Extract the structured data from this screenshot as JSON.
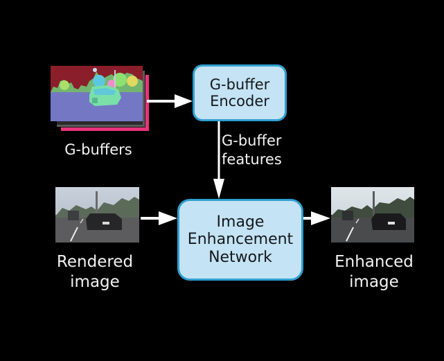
{
  "diagram": {
    "nodes": {
      "encoder": {
        "lines": [
          "G-buffer",
          "Encoder"
        ]
      },
      "enhancement_network": {
        "lines": [
          "Image",
          "Enhancement",
          "Network"
        ]
      }
    },
    "inputs": {
      "gbuffers": {
        "label": "G-buffers"
      },
      "rendered_image": {
        "lines": [
          "Rendered",
          "image"
        ]
      }
    },
    "outputs": {
      "enhanced_image": {
        "lines": [
          "Enhanced",
          "image"
        ]
      }
    },
    "edges": [
      {
        "from": "G-buffers",
        "to": "G-buffer Encoder",
        "label": ""
      },
      {
        "from": "G-buffer Encoder",
        "to": "Image Enhancement Network",
        "label": "G-buffer features"
      },
      {
        "from": "Rendered image",
        "to": "Image Enhancement Network",
        "label": ""
      },
      {
        "from": "Image Enhancement Network",
        "to": "Enhanced image",
        "label": ""
      }
    ],
    "edge_label": {
      "lines": [
        "G-buffer",
        "features"
      ]
    }
  },
  "colors": {
    "background": "#000000",
    "node_fill": "#c4e3f4",
    "node_border": "#2f9fd0",
    "arrow": "#ffffff",
    "label_text": "#f2f2f2",
    "gbuffer_accent": "#e8337a"
  }
}
